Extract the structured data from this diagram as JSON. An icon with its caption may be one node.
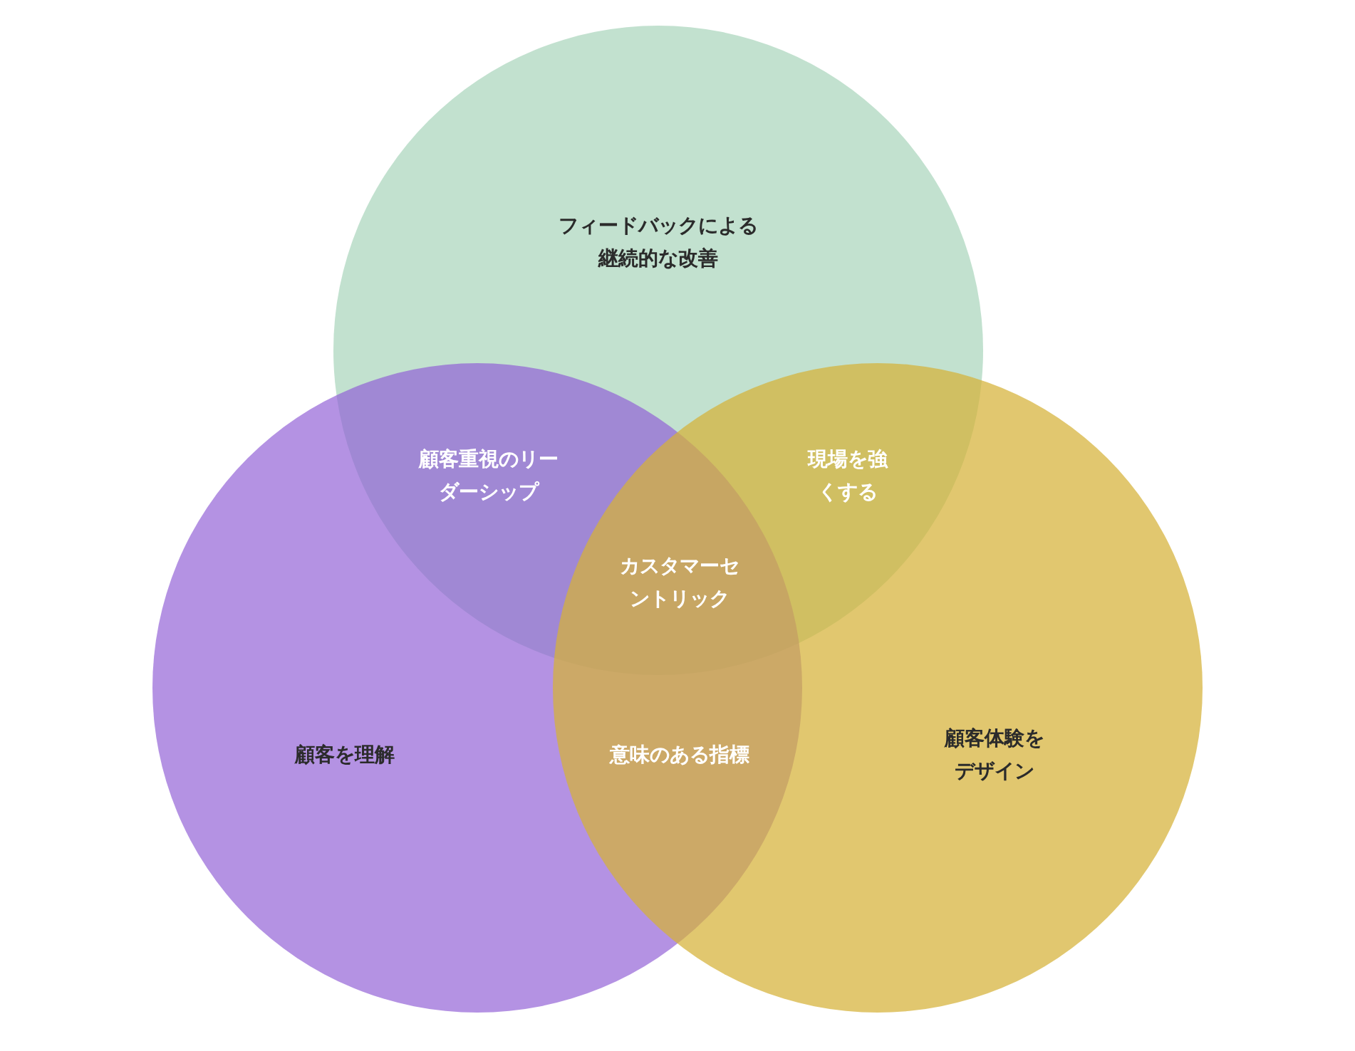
{
  "diagram": {
    "nodes": [
      {
        "text": [
          "フィードバックによる継続的な改善"
        ]
      },
      {
        "text": [
          "顧客を理解"
        ]
      },
      {
        "text": [
          "顧客体験をデザイン"
        ]
      }
    ],
    "edges": [],
    "labels": [
      "顧客重視のリーダーシップ",
      "現場を強くする",
      "カスタマーセントリック",
      "意味のある指標"
    ]
  }
}
